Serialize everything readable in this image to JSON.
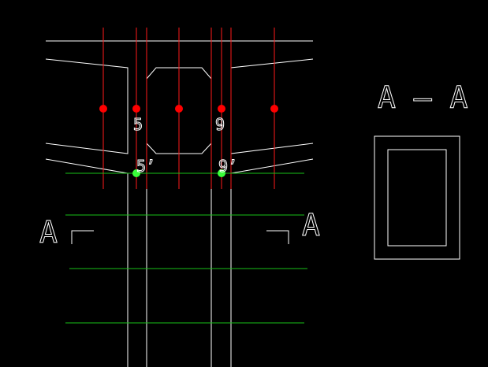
{
  "colors": {
    "background": "#000000",
    "white_linework": "#ffffff",
    "red_lines": "#ff1a1a",
    "red_points": "#ff0000",
    "green_lines": "#19c119",
    "green_points": "#39ff39"
  },
  "labels": {
    "point_5": "5",
    "point_9": "9",
    "point_5_prime": "5’",
    "point_9_prime": "9’",
    "section_marker_left": "A",
    "section_marker_right": "A",
    "section_title": "A – A"
  },
  "icons": {
    "section_arrow_left": "corner-bracket",
    "section_arrow_right": "corner-bracket",
    "section_view": "rectangle-outline"
  }
}
